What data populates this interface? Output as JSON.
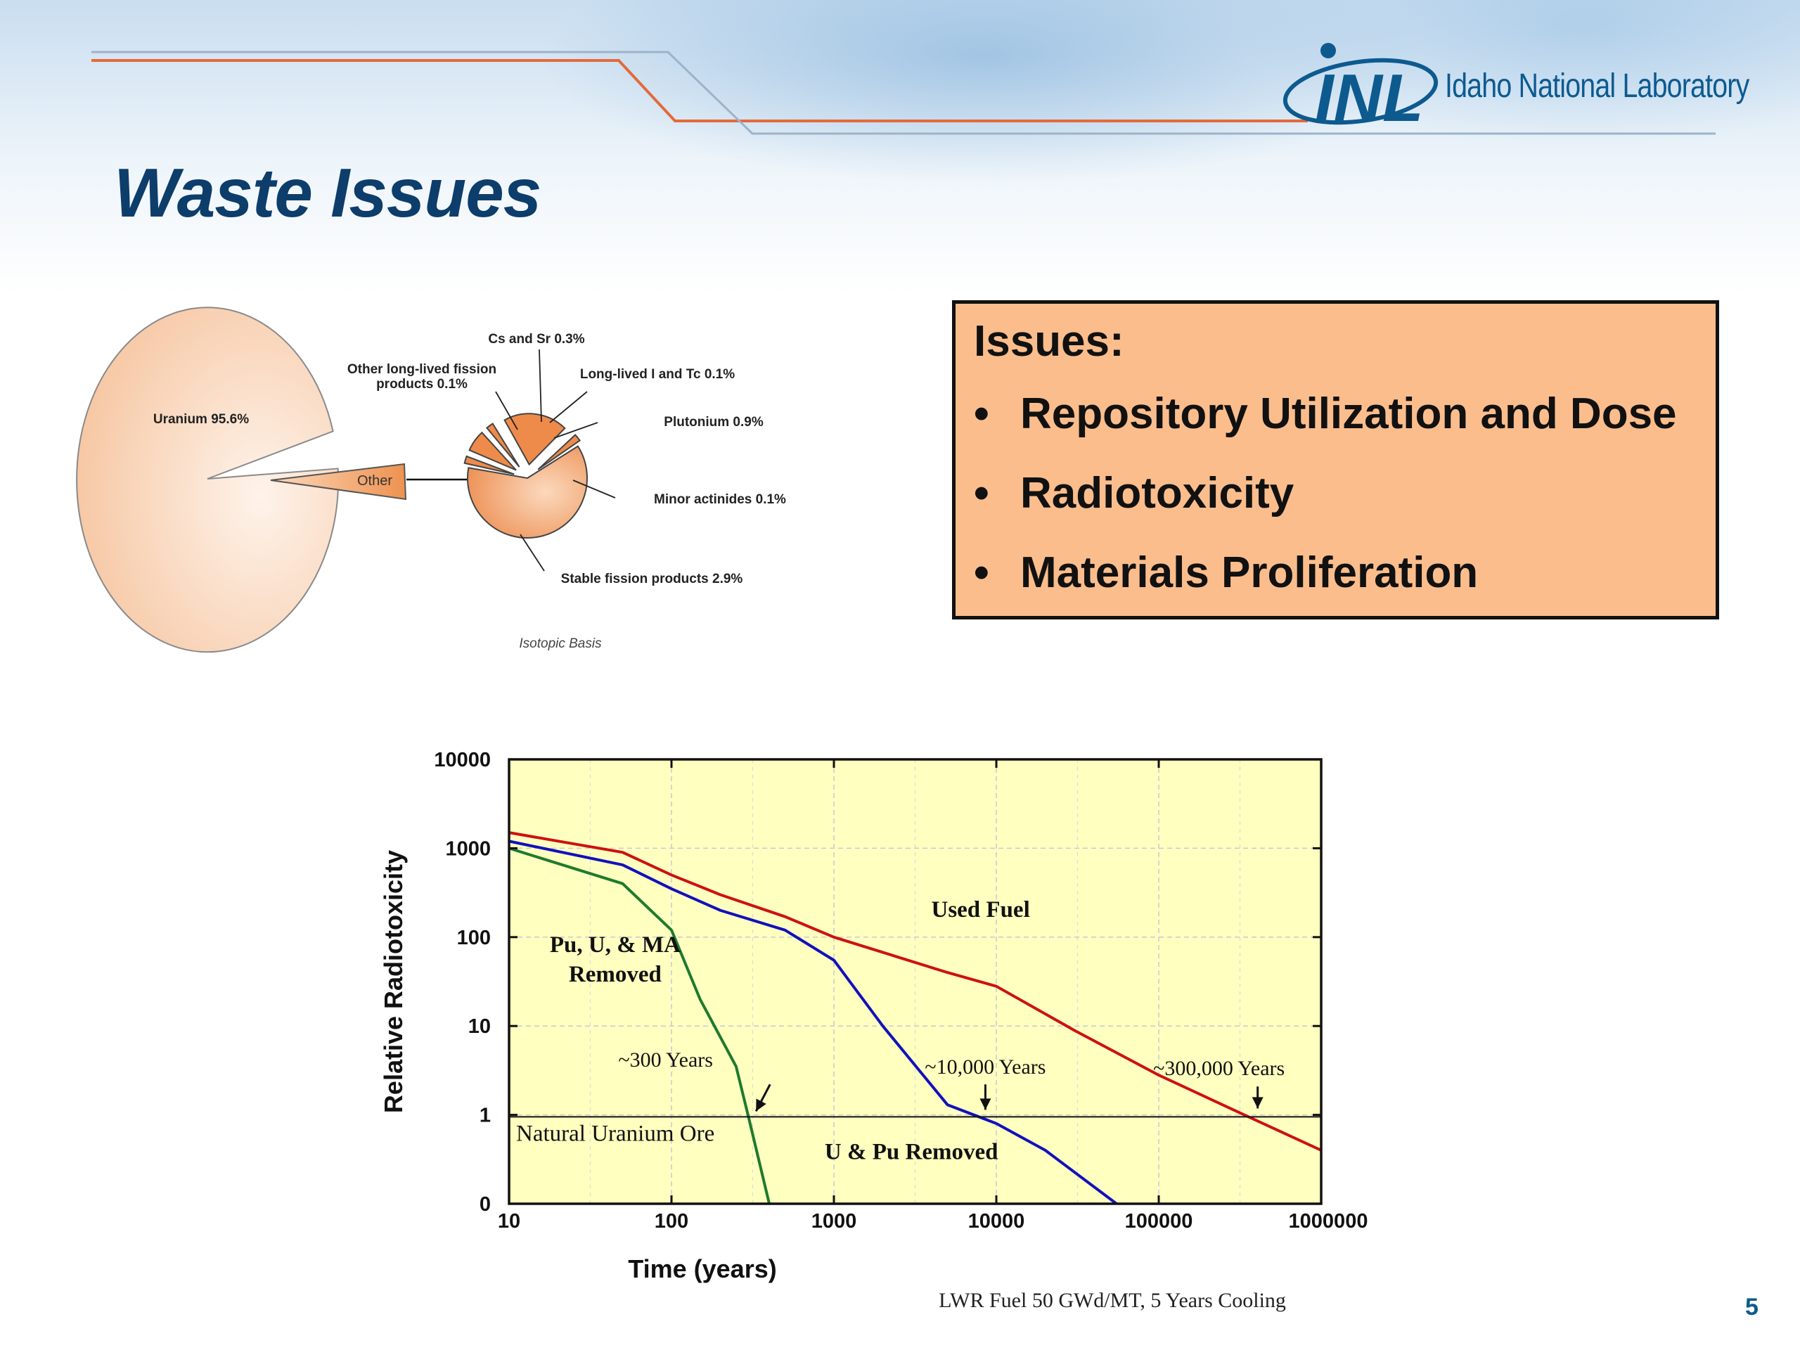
{
  "slide": {
    "title": "Waste Issues",
    "page_number": "5"
  },
  "logo": {
    "text": "Idaho National Laboratory",
    "mark": "INL",
    "brand_color": "#0d5a8f"
  },
  "issues": {
    "heading": "Issues:",
    "bullet": "•",
    "items": [
      "Repository Utilization and Dose",
      "Radiotoxicity",
      "Materials Proliferation"
    ]
  },
  "chart_data": [
    {
      "type": "pie",
      "labels": [
        "Uranium 95.6%",
        "Other"
      ],
      "values": [
        95.6,
        4.4
      ],
      "annotations": [],
      "colors": {
        "fill_light": "#fde6d4",
        "fill_dark": "#f09a5e",
        "stroke": "#777777"
      }
    },
    {
      "type": "pie",
      "labels": [
        "Stable fission products 2.9%",
        "Plutonium 0.9%",
        "Cs and Sr 0.3%",
        "Other long-lived fission products 0.1%",
        "Long-lived I and Tc 0.1%",
        "Minor actinides 0.1%"
      ],
      "label_lines": [
        [
          "Stable fission products 2.9%"
        ],
        [
          "Plutonium 0.9%"
        ],
        [
          "Cs and Sr 0.3%"
        ],
        [
          "Other long-lived fission",
          "products 0.1%"
        ],
        [
          "Long-lived I and Tc 0.1%"
        ],
        [
          "Minor actinides 0.1%"
        ]
      ],
      "values": [
        2.9,
        0.9,
        0.3,
        0.1,
        0.1,
        0.1
      ],
      "caption": "Isotopic Basis"
    },
    {
      "type": "line",
      "title": "",
      "xlabel": "Time (years)",
      "ylabel": "Relative Radiotoxicity",
      "x_scale": "log",
      "y_scale": "log",
      "xlim": [
        10,
        1000000
      ],
      "ylim": [
        0.1,
        10000
      ],
      "x_ticks": [
        10,
        100,
        1000,
        10000,
        100000,
        1000000
      ],
      "x_tick_labels": [
        "10",
        "100",
        "1000",
        "10000",
        "100000",
        "1000000"
      ],
      "y_ticks": [
        0.1,
        1,
        10,
        100,
        1000,
        10000
      ],
      "y_tick_labels": [
        "0",
        "1",
        "10",
        "100",
        "1000",
        "10000"
      ],
      "grid": true,
      "background": "#ffffc0",
      "series": [
        {
          "label": "Used Fuel",
          "color": "#cc1111",
          "x": [
            10,
            50,
            100,
            200,
            500,
            1000,
            5000,
            10000,
            30000,
            100000,
            300000,
            1000000
          ],
          "y": [
            1500,
            900,
            500,
            300,
            170,
            100,
            40,
            28,
            9,
            2.8,
            1.1,
            0.4
          ]
        },
        {
          "label": "U & Pu Removed",
          "color": "#1111bb",
          "x": [
            10,
            50,
            100,
            200,
            500,
            1000,
            2000,
            5000,
            10000,
            20000,
            55000
          ],
          "y": [
            1200,
            650,
            350,
            200,
            120,
            55,
            10,
            1.3,
            0.8,
            0.4,
            0.1
          ]
        },
        {
          "label": "Pu, U, & MA Removed",
          "label_lines": [
            "Pu, U, & MA",
            "Removed"
          ],
          "color": "#1f7a2e",
          "x": [
            10,
            50,
            100,
            150,
            250,
            300,
            400
          ],
          "y": [
            1000,
            400,
            120,
            20,
            3.5,
            0.9,
            0.1
          ]
        },
        {
          "label": "Natural Uranium Ore",
          "color": "#111111",
          "x": [
            10,
            1000000
          ],
          "y": [
            0.95,
            0.95
          ]
        }
      ],
      "annotations": [
        {
          "text": "~300 Years",
          "x": 300
        },
        {
          "text": "~10,000 Years",
          "x": 9000
        },
        {
          "text": "~300,000 Years",
          "x": 350000
        }
      ],
      "footnote": "LWR Fuel 50 GWd/MT, 5 Years Cooling"
    }
  ]
}
